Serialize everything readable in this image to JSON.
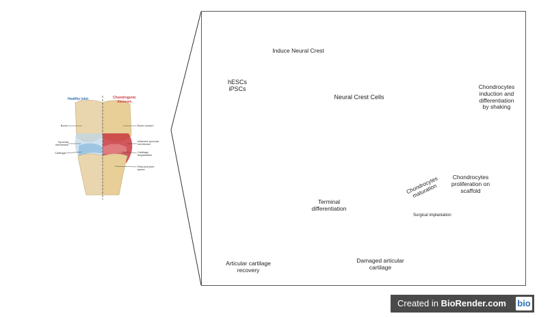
{
  "overview": {
    "healthy_title": "Healthy joint",
    "disease_title": "Chondrogenic diseases",
    "left_labels": [
      "Bone",
      "Synovial membrane",
      "Cartilage"
    ],
    "right_labels": [
      "Bone erosion",
      "Inflamed synovial membrane",
      "Cartilage degradation",
      "Reduced joint space"
    ]
  },
  "steps": {
    "source": "hESCs\niPSCs",
    "induce": "Induce Neural Crest",
    "neural_crest": "Neural Crest Cells",
    "chondro_induction": "Chondrocytes induction and differentiation by shaking",
    "chondro_prolif": "Chondrocytes proliferation on scaffold",
    "maturation": "Chondrocytes maturation",
    "implantation": "Surgical implantation",
    "damaged": "Damaged articular cartilage",
    "terminal": "Terminal differentiation",
    "recovery": "Articular cartilage recovery"
  },
  "badge": {
    "prefix": "Created in ",
    "brand": "BioRender.com",
    "logo": "bio"
  },
  "colors": {
    "bone": "#e8d2a6",
    "inflamed": "#c93a3f",
    "cartilage": "#bcd6ea",
    "cells": "#8a3fb0",
    "scaffold": "#8fc3e0"
  }
}
